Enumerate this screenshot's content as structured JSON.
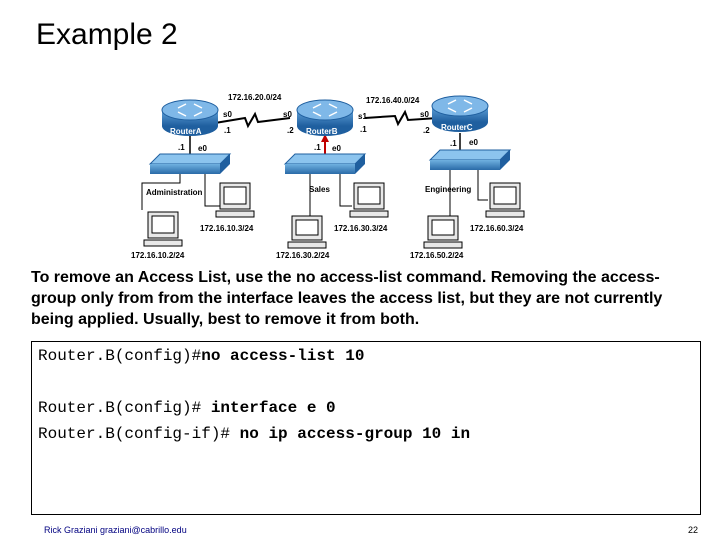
{
  "slide": {
    "title": "Example 2",
    "paragraph": "To remove an Access List, use the no access-list command.  Removing the access-group only from from the interface leaves the access list, but they are not currently being applied.  Usually, best to remove it from both.",
    "footer_left": "Rick Graziani  graziani@cabrillo.edu",
    "page_number": "22"
  },
  "commands": [
    {
      "prompt": "Router.B(config)#",
      "command": "no access-list 10"
    },
    {
      "prompt": "Router.B(config)# ",
      "command": "interface e 0"
    },
    {
      "prompt": "Router.B(config-if)# ",
      "command": "no ip access-group 10 in"
    }
  ],
  "diagram": {
    "routers": [
      {
        "name": "RouterA"
      },
      {
        "name": "RouterB"
      },
      {
        "name": "RouterC"
      }
    ],
    "networks": {
      "ab": "172.16.20.0/24",
      "bc": "172.16.40.0/24"
    },
    "interfaces": {
      "a_s0": "s0",
      "a_s0_ip": ".1",
      "b_s0": "s0",
      "b_s0_ip": ".2",
      "b_s1": "s1",
      "b_s1_ip": ".1",
      "c_s0": "s0",
      "c_s0_ip": ".2",
      "a_e0": "e0",
      "a_e0_ip": ".1",
      "b_e0": "e0",
      "b_e0_ip": ".1",
      "c_e0": "e0",
      "c_e0_ip": ".1"
    },
    "lans": [
      "Administration",
      "Sales",
      "Engineering"
    ],
    "hosts": [
      "172.16.10.2/24",
      "172.16.10.3/24",
      "172.16.30.2/24",
      "172.16.30.3/24",
      "172.16.50.2/24",
      "172.16.60.3/24"
    ]
  }
}
